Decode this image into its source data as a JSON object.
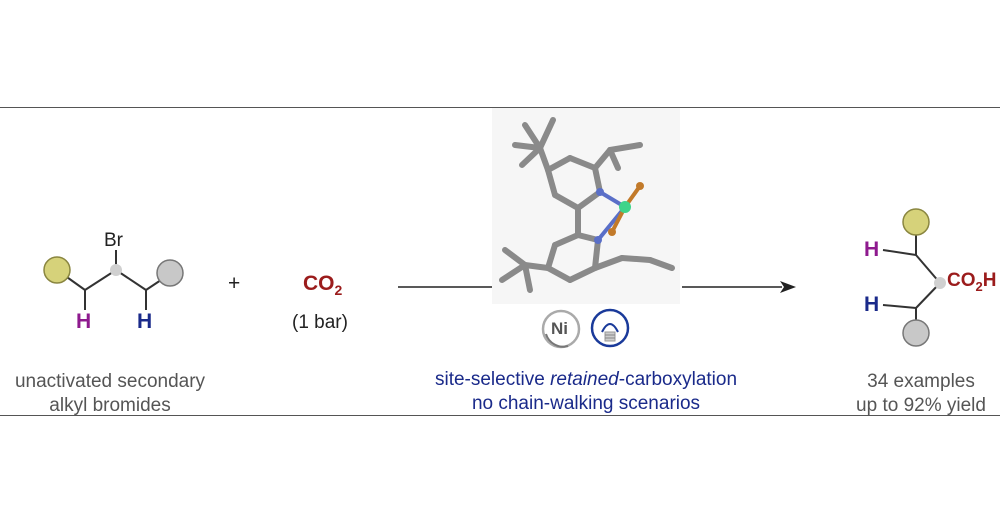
{
  "reactant": {
    "br_label": "Br",
    "h_left": "H",
    "h_right": "H",
    "caption_line1": "unactivated secondary",
    "caption_line2": "alkyl bromides"
  },
  "plus": "+",
  "co2": {
    "formula": "CO",
    "subscript": "2",
    "pressure": "(1 bar)"
  },
  "catalyst": {
    "metal": "Ni",
    "caption_line1_pre": "site-selective ",
    "caption_line1_em": "retained",
    "caption_line1_post": "-carboxylation",
    "caption_line2": "no chain-walking scenarios"
  },
  "product": {
    "h_top": "H",
    "h_bottom": "H",
    "acid": "CO",
    "acid_sub": "2",
    "acid_tail": "H",
    "caption_line1": "34 examples",
    "caption_line2": "up to 92% yield"
  },
  "colors": {
    "purple": "#8e1a8e",
    "navy": "#1a2a8a",
    "red": "#9b1c1c",
    "olive": "#d6d27a",
    "gray": "#c8c8c8"
  }
}
